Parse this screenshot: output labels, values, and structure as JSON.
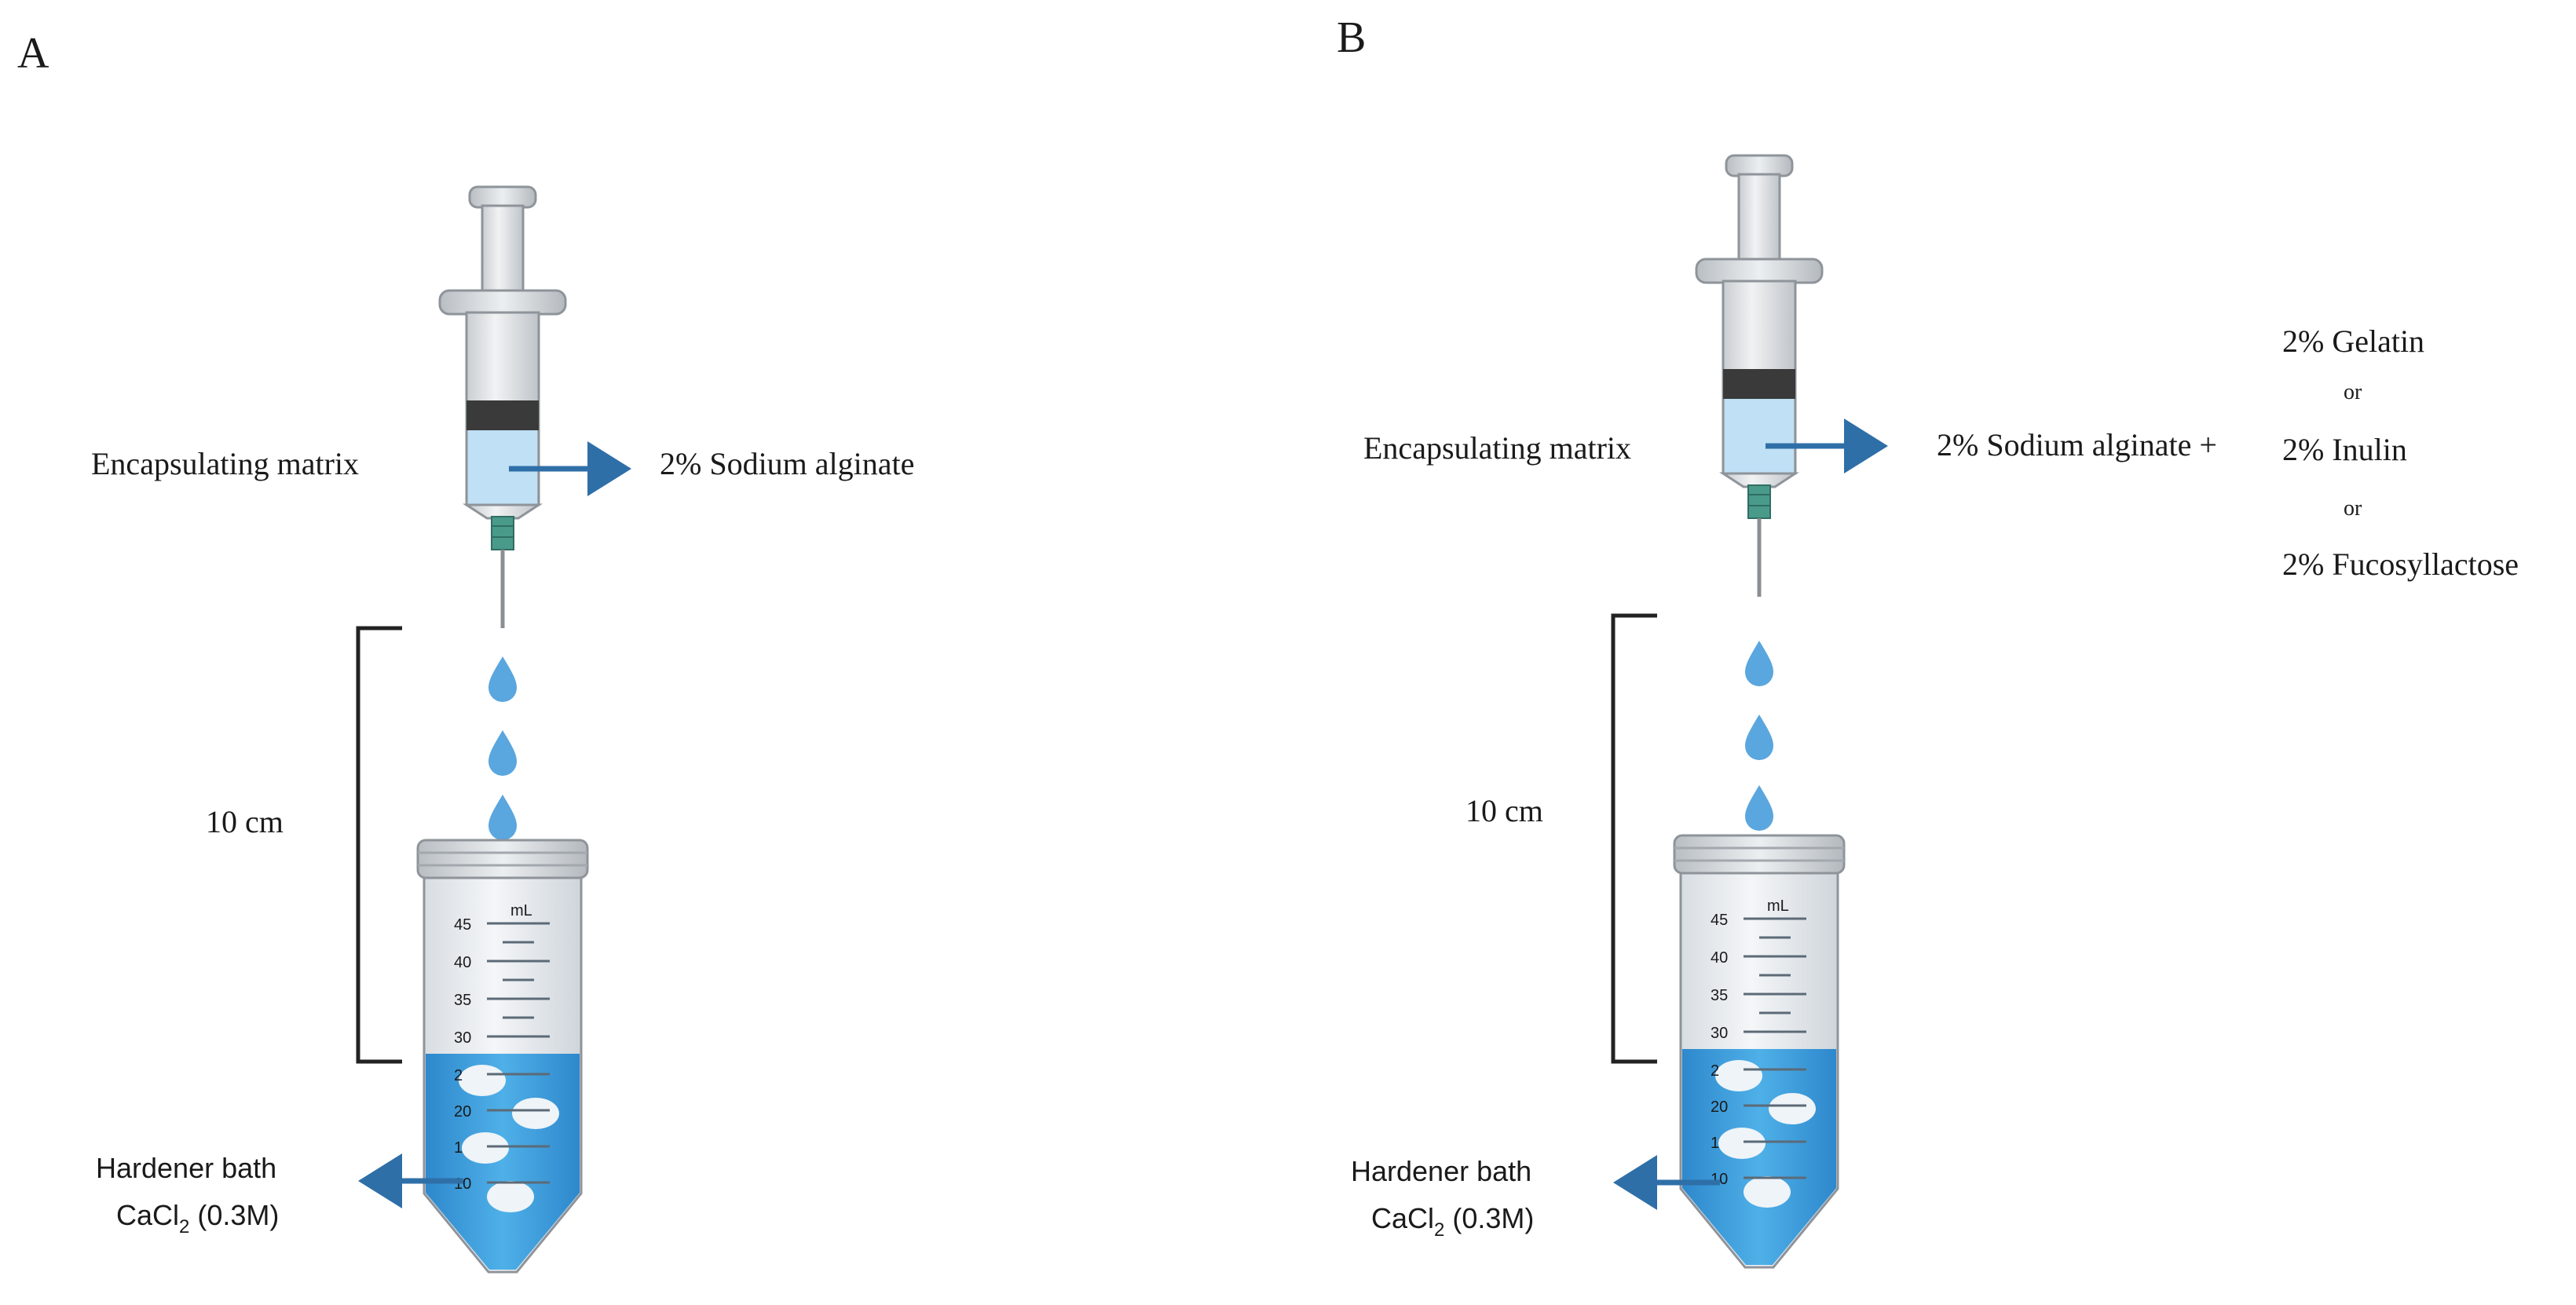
{
  "panels": [
    {
      "letter": "A",
      "matrix_label": "Encapsulating matrix",
      "composition": "2% Sodium alginate",
      "distance_label": "10 cm",
      "bath_label": "Hardener bath",
      "bath_formula_main": "CaCl",
      "bath_formula_sub": "2",
      "bath_formula_rest": " (0.3M)"
    },
    {
      "letter": "B",
      "matrix_label": "Encapsulating matrix",
      "composition": "2% Sodium alginate +",
      "options": [
        "2% Gelatin",
        "2% Inulin",
        "2% Fucosyllactose"
      ],
      "or_label": "or",
      "distance_label": "10 cm",
      "bath_label": "Hardener bath",
      "bath_formula_main": "CaCl",
      "bath_formula_sub": "2",
      "bath_formula_rest": " (0.3M)"
    }
  ],
  "tube": {
    "unit": "mL",
    "ticks": [
      "45",
      "40",
      "35",
      "30",
      "2",
      "20",
      "1",
      "10"
    ]
  },
  "colors": {
    "arrow": "#2f6fa8",
    "liquid": "#3a9bdc",
    "drop": "#5aa6df",
    "syringe_fluid": "#bfe0f5",
    "plunger": "#3a3a3a",
    "needle_hub": "#4a9a8a"
  }
}
